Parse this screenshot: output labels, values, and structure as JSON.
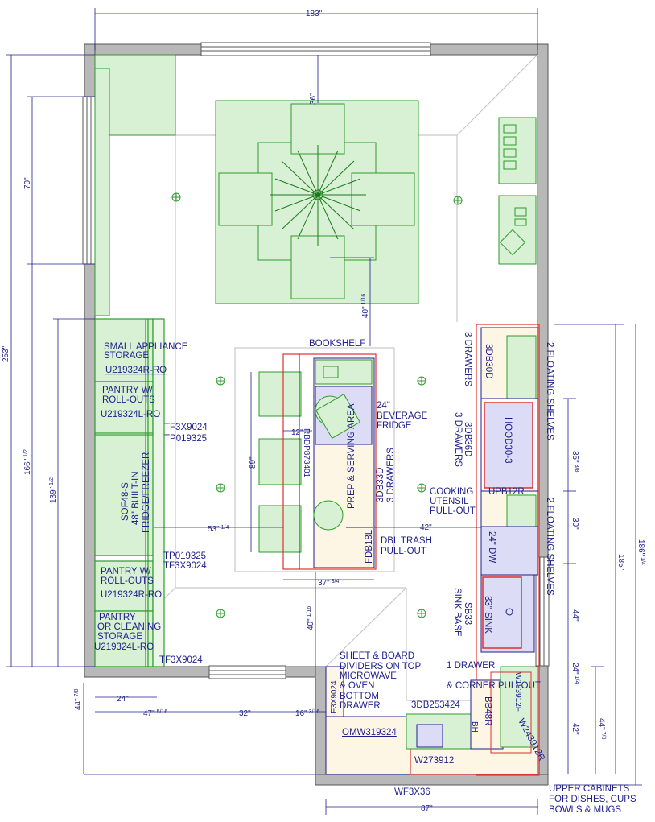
{
  "colors": {
    "wall": "#b8b8b8",
    "wall_stroke": "#555555",
    "cabinet_fill": "#d8f0d4",
    "cabinet_stroke": "#2e9a2e",
    "dim_line": "#1f1f8a",
    "highlight_red": "#e03030",
    "appliance_fill": "#dcdcf6",
    "text": "#1f1f8a",
    "floor_line": "#c8c8c8"
  },
  "dimensions": {
    "top_width": "183\"",
    "left_total": "253\"",
    "left_segment_1": "70\"",
    "left_segment_2": "166\"",
    "left_segment_2_frac": "1/2",
    "left_segment_3": "139\"",
    "left_segment_3_frac": "1/2",
    "table_to_island": "36\"",
    "table_to_island_2": "40\"",
    "table_to_island_2_frac": "1/16",
    "island_length": "89\"",
    "bar_overhang": "12\"",
    "island_to_pantry": "53\"",
    "island_to_pantry_frac": "1/4",
    "island_width": "37\"",
    "island_width_frac": "3/4",
    "island_to_window": "40\"",
    "island_to_window_frac": "1/16",
    "island_to_range": "42\"",
    "hood_height": "35\"",
    "hood_height_frac": "3/8",
    "dw_height": "30\"",
    "sink_height": "44\"",
    "small_gap": "24\"",
    "small_gap_frac": "1/4",
    "right_185": "185\"",
    "right_186": "186\"",
    "right_186_frac": "1/4",
    "right_42": "42\"",
    "right_44": "44\"",
    "right_44_frac": "7/8",
    "bottom_24": "24\"",
    "bottom_47": "47\"",
    "bottom_47_frac": "5/16",
    "bottom_32": "32\"",
    "bottom_16": "16\"",
    "bottom_16_frac": "3/16",
    "bottom_44": "44\"",
    "bottom_44_frac": "7/8",
    "bottom_87": "87\""
  },
  "labels": {
    "small_appliance": "SMALL APPLIANCE",
    "storage": "STORAGE",
    "u219324r_ro_1": "U219324R-RO",
    "pantry_w": "PANTRY W/",
    "roll_outs": "ROLL-OUTS",
    "u219324l_ro_1": "U219324L-RO",
    "tf3x9024_1": "TF3X9024",
    "tp019325_1": "TP019325",
    "sof48_s": "SOF48-S",
    "builtin_48": "48\" BUILT-IN",
    "fridge_freezer": "FRIDGE/FREEZER",
    "tp019325_2": "TP019325",
    "tf3x9024_2": "TF3X9024",
    "pantry_w_2": "PANTRY W/",
    "roll_outs_2": "ROLL-OUTS",
    "u219324r_ro_2": "U219324R-RO",
    "pantry": "PANTRY",
    "or_cleaning": "OR CLEANING",
    "storage_2": "STORAGE",
    "u219324l_ro_2": "U219324L-RO",
    "tf3x9024_3": "TF3X9024",
    "bookshelf": "BOOKSHELF",
    "bev_24": "24\"",
    "beverage": "BEVERAGE",
    "fridge": "FRIDGE",
    "prep_serving": "PREP & SERVING AREA",
    "rbdp_code": "RBDP873401",
    "db33d": "3DB33D",
    "three_drawers_island": "3 DRAWERS",
    "fdb18l": "FDB18L",
    "dbl_trash": "DBL TRASH",
    "pull_out": "PULL-OUT",
    "three_drawers_a": "3 DRAWERS",
    "db30d": "3DB30D",
    "three_drawers_b": "3 DRAWERS",
    "db36d": "3DB36D",
    "hood": "HOOD30-3",
    "floating_shelves_1": "2 FLOATING SHELVES",
    "cooking_utensil": "COOKING",
    "utensil": "UTENSIL",
    "pullout_2": "PULL-OUT",
    "upb12r": "UPB12R",
    "floating_shelves_2": "2 FLOATING SHELVES",
    "dw": "24\" DW",
    "sink": "33\" SINK",
    "sb33": "SB33",
    "sink_base": "SINK BASE",
    "sheet_board": "SHEET & BOARD",
    "dividers": "DIVIDERS ON TOP",
    "microwave": "MICROWAVE",
    "and_oven": "& OVEN",
    "bottom": "BOTTOM",
    "drawer": "DRAWER",
    "f3x9024": "F3X9024",
    "db253424": "3DB253424",
    "omw319324": "OMW319324",
    "one_drawer": "1 DRAWER",
    "corner_pullout": "& CORNER PULLOUT",
    "bb48r": "BB48R",
    "w183912f": "W183912F",
    "w243912r": "W243912R",
    "w273912": "W273912",
    "wf3x36": "WF3X36",
    "upper_cabinets": "UPPER CABINETS",
    "for_dishes": "FOR DISHES, CUPS",
    "bowls_mugs": "BOWLS & MUGS",
    "bh": "BH"
  }
}
